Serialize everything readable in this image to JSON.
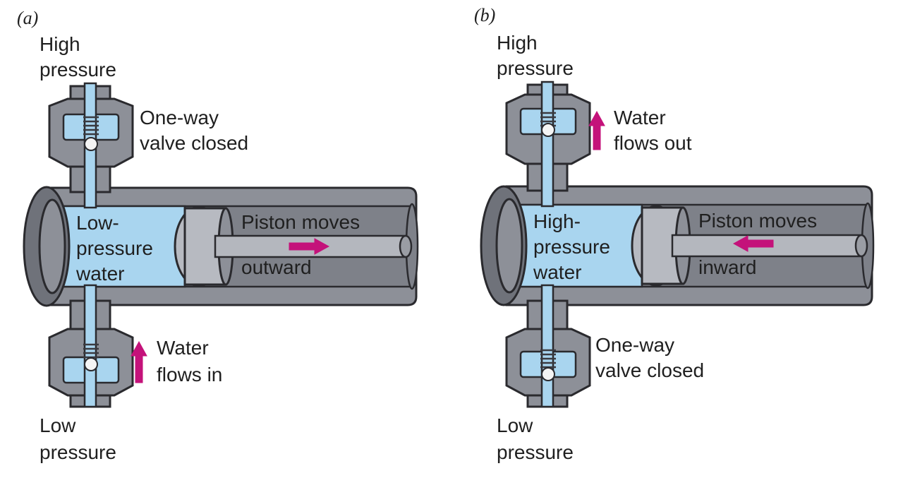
{
  "colors": {
    "water": "#a9d5ef",
    "metal": "#8d9098",
    "arrow": "#c4127a"
  },
  "panel_a": {
    "letter": "(a)",
    "top_label": [
      "High",
      "pressure"
    ],
    "top_valve_label": [
      "One-way",
      "valve closed"
    ],
    "chamber_label": [
      "Low-",
      "pressure",
      "water"
    ],
    "piston_label": [
      "Piston moves",
      "outward"
    ],
    "bottom_flow_label": [
      "Water",
      "flows in"
    ],
    "bottom_label": [
      "Low",
      "pressure"
    ]
  },
  "panel_b": {
    "letter": "(b)",
    "top_label": [
      "High",
      "pressure"
    ],
    "top_flow_label": [
      "Water",
      "flows out"
    ],
    "chamber_label": [
      "High-",
      "pressure",
      "water"
    ],
    "piston_label": [
      "Piston moves",
      "inward"
    ],
    "bottom_valve_label": [
      "One-way",
      "valve closed"
    ],
    "bottom_label": [
      "Low",
      "pressure"
    ]
  }
}
